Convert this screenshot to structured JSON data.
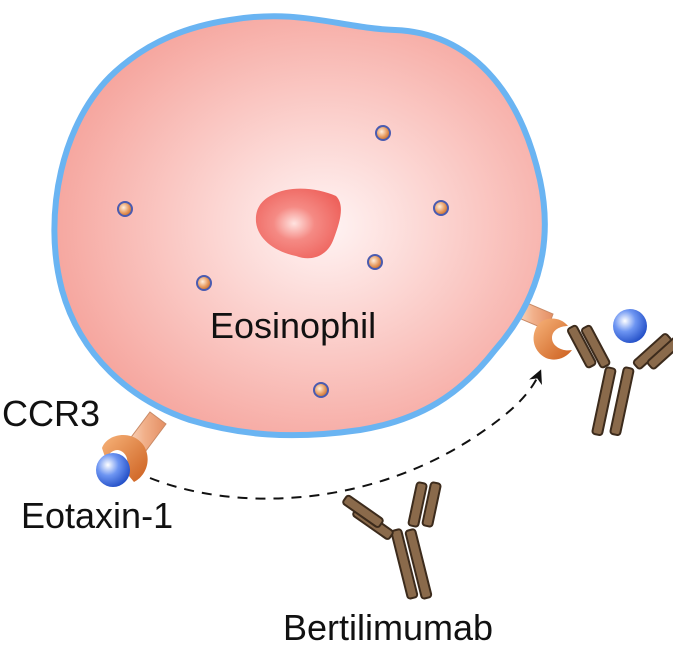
{
  "labels": {
    "cell": "Eosinophil",
    "receptor": "CCR3",
    "ligand": "Eotaxin-1",
    "antibody": "Bertilimumab"
  },
  "colors": {
    "cell_fill_center": "#ffeaea",
    "cell_fill_edge": "#f59b94",
    "cell_membrane": "#6ab4f2",
    "nucleus": "#f06b66",
    "granule": "#e0863f",
    "receptor": "#e07530",
    "ligand": "#3f6fe6",
    "antibody": "#8a6a4b",
    "arrow": "#111111"
  },
  "icons": {
    "cell": "eosinophil-cell-icon",
    "receptor": "ccr3-receptor-icon",
    "ligand": "eotaxin-ligand-icon",
    "antibody": "antibody-icon"
  }
}
